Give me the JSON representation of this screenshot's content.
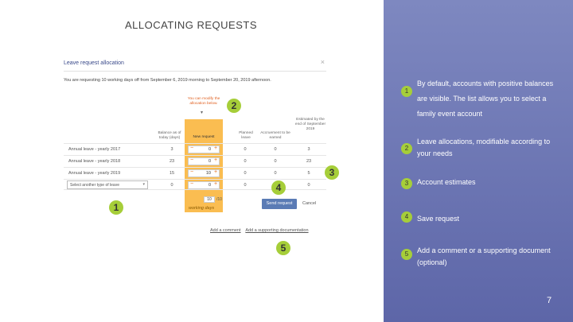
{
  "slide": {
    "title": "ALLOCATING REQUESTS",
    "page_number": "7"
  },
  "dialog": {
    "title": "Leave request allocation",
    "close_glyph": "×",
    "intro": "You are requesting 10 working days off from September 6, 2019 morning to September 20, 2019 afternoon.",
    "highlight_note": "You can modify the allocation below.",
    "arrow_glyph": "▾",
    "columns": {
      "balance": "Balance as of today (days)",
      "new_request": "New request",
      "planned": "Planned leave",
      "accrual": "Accruement to be earned",
      "estimated": "Estimated by the end of September 2019"
    },
    "rows": [
      {
        "label": "Annual leave - yearly 2017",
        "balance": "3",
        "request": "0",
        "planned": "0",
        "accrual": "0",
        "estimated": "3"
      },
      {
        "label": "Annual leave - yearly 2018",
        "balance": "23",
        "request": "0",
        "planned": "0",
        "accrual": "0",
        "estimated": "23"
      },
      {
        "label": "Annual leave - yearly 2019",
        "balance": "15",
        "request": "10",
        "planned": "0",
        "accrual": "0",
        "estimated": "5"
      }
    ],
    "other_row": {
      "select_placeholder": "Select another type of leave",
      "balance": "0",
      "request": "0",
      "planned": "0",
      "accrual": "0",
      "estimated": "0"
    },
    "stepper_minus": "−",
    "stepper_plus": "+",
    "total_value": "10",
    "total_of": "/10",
    "working_days_label": "working days",
    "send_label": "Send request",
    "cancel_label": "Cancel",
    "add_comment_label": "Add a comment",
    "add_doc_label": "Add a supporting documentation"
  },
  "callouts": [
    "1",
    "2",
    "3",
    "4",
    "5"
  ],
  "legend": [
    {
      "num": "1",
      "text": "By default, accounts with positive balances are visible. The list allows you to select a family event account"
    },
    {
      "num": "2",
      "text": "Leave allocations, modifiable according to your needs"
    },
    {
      "num": "3",
      "text": "Account estimates"
    },
    {
      "num": "4",
      "text": "Save request"
    },
    {
      "num": "5",
      "text": "Add a comment or a supporting document (optional)"
    }
  ],
  "colors": {
    "panel": "#6c75b4",
    "callout": "#a6ce39",
    "highlight": "#f9b233",
    "send_button": "#5a7bb5"
  }
}
